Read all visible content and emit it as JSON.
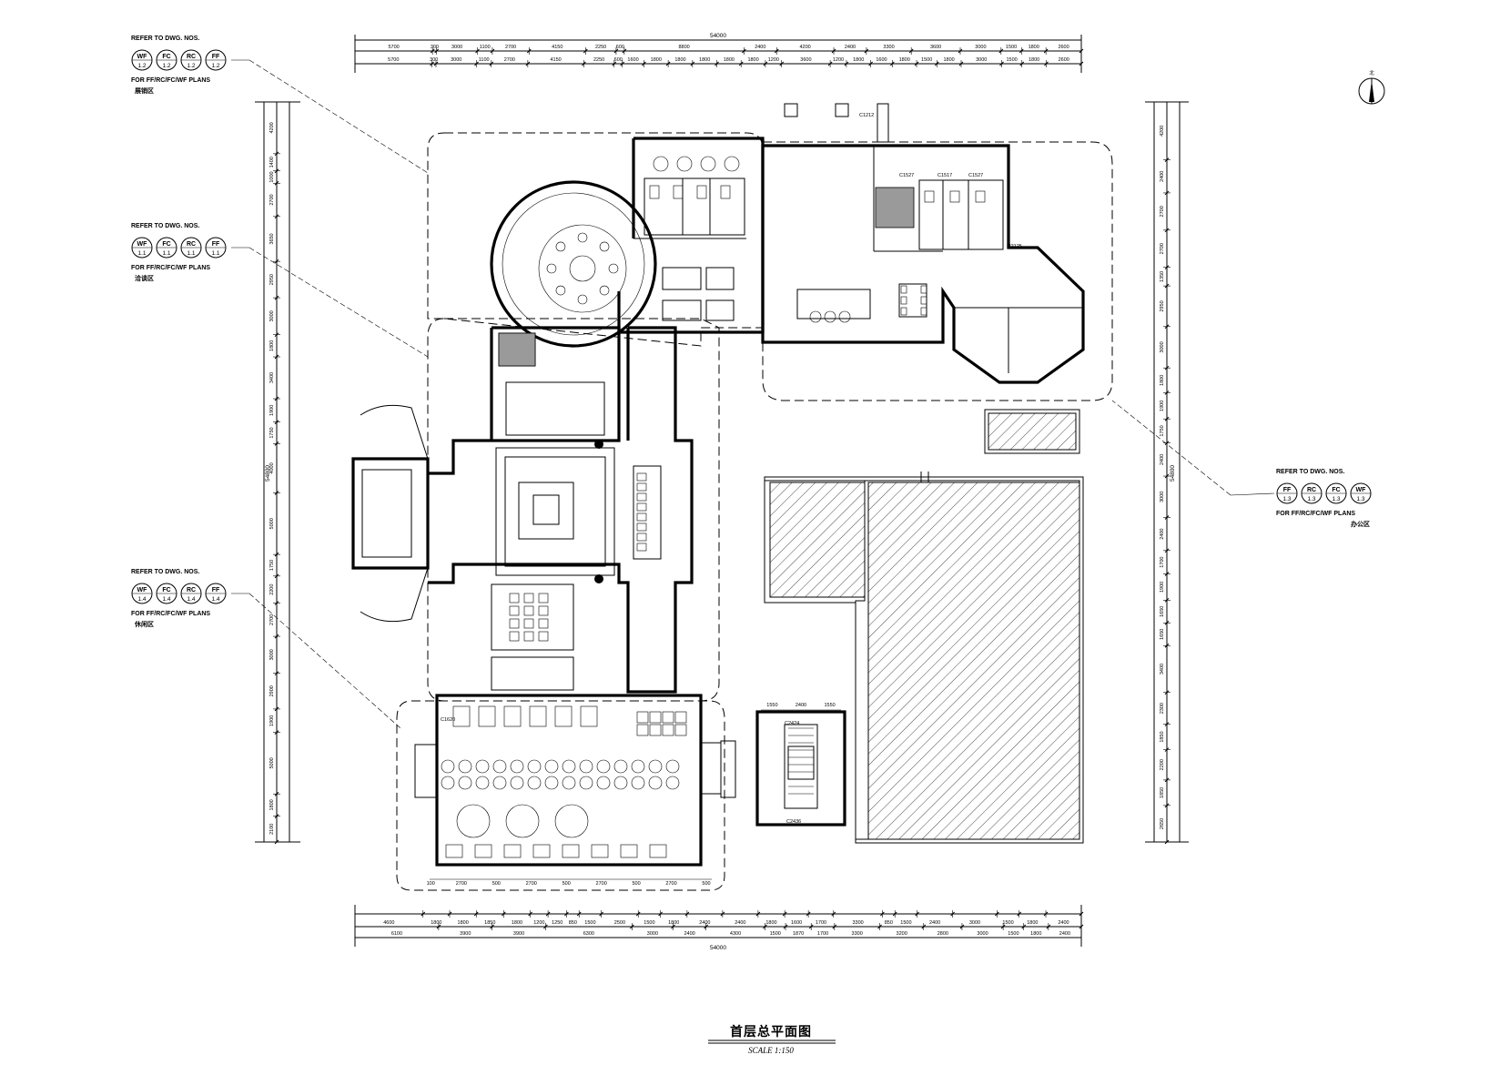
{
  "drawing": {
    "title": "首层总平面图",
    "scale": "SCALE 1:150",
    "north_label": "北"
  },
  "overall_dims": {
    "top_total": "54000",
    "bottom_total": "54000",
    "left_total": "54800",
    "right_total": "54800"
  },
  "dim_chains": {
    "top_outer": [
      "5700",
      "300",
      "3000",
      "1100",
      "2700",
      "4150",
      "2250",
      "600",
      "8800",
      "2400",
      "4200",
      "2400",
      "3300",
      "3600",
      "3000",
      "1500",
      "1800",
      "2600"
    ],
    "top_inner": [
      "5700",
      "300",
      "3000",
      "1100",
      "2700",
      "4150",
      "2250",
      "600",
      "1600",
      "1800",
      "1800",
      "1800",
      "1800",
      "1800",
      "1200",
      "3600",
      "1200",
      "1800",
      "1600",
      "1800",
      "1500",
      "1800",
      "3000",
      "1500",
      "1800",
      "2600"
    ],
    "bottom_inner": [
      "4600",
      "1800",
      "1800",
      "1850",
      "1800",
      "1200",
      "1250",
      "850",
      "1500",
      "2500",
      "1500",
      "1800",
      "2400",
      "2400",
      "1800",
      "1600",
      "1700",
      "3300",
      "850",
      "1500",
      "2400",
      "3000",
      "1500",
      "1800",
      "2400"
    ],
    "bottom_outer": [
      "6100",
      "3900",
      "3900",
      "6300",
      "3000",
      "2400",
      "4300",
      "1500",
      "1870",
      "1700",
      "3300",
      "3200",
      "2800",
      "3000",
      "1500",
      "1800",
      "2400"
    ],
    "left": [
      "4200",
      "1400",
      "1000",
      "2700",
      "3650",
      "2950",
      "3000",
      "1800",
      "3400",
      "1900",
      "1750",
      "4000",
      "5000",
      "1750",
      "2200",
      "2700",
      "3000",
      "2900",
      "1900",
      "5000",
      "1800",
      "2100"
    ],
    "right": [
      "4200",
      "2400",
      "2700",
      "2700",
      "1350",
      "2950",
      "3000",
      "1800",
      "1900",
      "1750",
      "2400",
      "3000",
      "2400",
      "1700",
      "1900",
      "1650",
      "1650",
      "3400",
      "2300",
      "1850",
      "2200",
      "1850",
      "2650"
    ],
    "lounge_top": [
      "1550",
      "2400",
      "1550"
    ],
    "lounge_bottom": [
      "100",
      "2700",
      "500",
      "2700",
      "500",
      "2700",
      "500",
      "2700",
      "500"
    ]
  },
  "callouts": [
    {
      "refer": "REFER TO DWG. NOS.",
      "codes": [
        "WF",
        "FC",
        "RC",
        "FF"
      ],
      "sheets": [
        "1.2",
        "1.2",
        "1.2",
        "1.2"
      ],
      "plans": "FOR FF/RC/FC/WF PLANS",
      "zone": "展销区"
    },
    {
      "refer": "REFER TO DWG. NOS.",
      "codes": [
        "WF",
        "FC",
        "RC",
        "FF"
      ],
      "sheets": [
        "1.1",
        "1.1",
        "1.1",
        "1.1"
      ],
      "plans": "FOR FF/RC/FC/WF PLANS",
      "zone": "洽谈区"
    },
    {
      "refer": "REFER TO DWG. NOS.",
      "codes": [
        "WF",
        "FC",
        "RC",
        "FF"
      ],
      "sheets": [
        "1.4",
        "1.4",
        "1.4",
        "1.4"
      ],
      "plans": "FOR FF/RC/FC/WF PLANS",
      "zone": "休闲区"
    },
    {
      "refer": "REFER TO DWG. NOS.",
      "codes": [
        "FF",
        "RC",
        "FC",
        "WF"
      ],
      "sheets": [
        "1.3",
        "1.3",
        "1.3",
        "1.3"
      ],
      "plans": "FOR FF/RC/FC/WF PLANS",
      "zone": "办公区"
    }
  ],
  "room_tags": {
    "c1527": "C1527",
    "c1517": "C1517",
    "c1527b": "C1527",
    "m2125": "M2125",
    "c2424": "C2424",
    "c2436": "C2436",
    "c1620": "C1620",
    "ic1212": "C1212"
  },
  "colors": {
    "ink": "#000000",
    "paper": "#ffffff",
    "grey_fill": "#9a9a9a"
  }
}
